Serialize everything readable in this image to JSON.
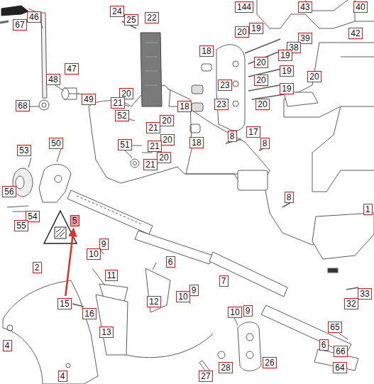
{
  "diagram": {
    "nodes": [
      {
        "text": [
          "46"
        ]
      },
      {
        "text": [
          "67"
        ]
      },
      {
        "text": [
          "24"
        ]
      },
      {
        "text": [
          "25"
        ]
      },
      {
        "text": [
          "22"
        ]
      },
      {
        "text": [
          "144"
        ]
      },
      {
        "text": [
          "43"
        ]
      },
      {
        "text": [
          "40"
        ]
      },
      {
        "text": [
          "20"
        ]
      },
      {
        "text": [
          "19"
        ]
      },
      {
        "text": [
          "39"
        ]
      },
      {
        "text": [
          "42"
        ]
      },
      {
        "text": [
          "38"
        ]
      },
      {
        "text": [
          "18"
        ]
      },
      {
        "text": [
          "19"
        ]
      },
      {
        "text": [
          "20"
        ]
      },
      {
        "text": [
          "47"
        ]
      },
      {
        "text": [
          "19"
        ]
      },
      {
        "text": [
          "20"
        ]
      },
      {
        "text": [
          "48"
        ]
      },
      {
        "text": [
          "20"
        ]
      },
      {
        "text": [
          "23"
        ]
      },
      {
        "text": [
          "19"
        ]
      },
      {
        "text": [
          "20"
        ]
      },
      {
        "text": [
          "49"
        ]
      },
      {
        "text": [
          "21"
        ]
      },
      {
        "text": [
          "20"
        ]
      },
      {
        "text": [
          "23"
        ]
      },
      {
        "text": [
          "68"
        ]
      },
      {
        "text": [
          "18"
        ]
      },
      {
        "text": [
          "52"
        ]
      },
      {
        "text": [
          "20"
        ]
      },
      {
        "text": [
          "21"
        ]
      },
      {
        "text": [
          "17"
        ]
      },
      {
        "text": [
          "8"
        ]
      },
      {
        "text": [
          "20"
        ]
      },
      {
        "text": [
          "18"
        ]
      },
      {
        "text": [
          "8"
        ]
      },
      {
        "text": [
          "50"
        ]
      },
      {
        "text": [
          "51"
        ]
      },
      {
        "text": [
          "21"
        ]
      },
      {
        "text": [
          "53"
        ]
      },
      {
        "text": [
          "20"
        ]
      },
      {
        "text": [
          "21"
        ]
      },
      {
        "text": [
          "56"
        ]
      },
      {
        "text": [
          "8"
        ]
      },
      {
        "text": [
          "1"
        ]
      },
      {
        "text": [
          "54"
        ]
      },
      {
        "text": [
          "5"
        ]
      },
      {
        "text": [
          "55"
        ]
      },
      {
        "text": [
          "9"
        ]
      },
      {
        "text": [
          "10"
        ]
      },
      {
        "text": [
          "6"
        ]
      },
      {
        "text": [
          "2"
        ]
      },
      {
        "text": [
          "11"
        ]
      },
      {
        "text": [
          "7"
        ]
      },
      {
        "text": [
          "9"
        ]
      },
      {
        "text": [
          "33"
        ]
      },
      {
        "text": [
          "10"
        ]
      },
      {
        "text": [
          "12"
        ]
      },
      {
        "text": [
          "15"
        ]
      },
      {
        "text": [
          "32"
        ]
      },
      {
        "text": [
          "10"
        ]
      },
      {
        "text": [
          "9"
        ]
      },
      {
        "text": [
          "16"
        ]
      },
      {
        "text": [
          "65"
        ]
      },
      {
        "text": [
          "13"
        ]
      },
      {
        "text": [
          "6"
        ]
      },
      {
        "text": [
          "4"
        ]
      },
      {
        "text": [
          "66"
        ]
      },
      {
        "text": [
          "26"
        ]
      },
      {
        "text": [
          "28"
        ]
      },
      {
        "text": [
          "64"
        ]
      },
      {
        "text": [
          "4"
        ]
      },
      {
        "text": [
          "27"
        ]
      }
    ],
    "edges": [
      {
        "from": 60,
        "to": 48,
        "arrow": "to"
      }
    ]
  }
}
